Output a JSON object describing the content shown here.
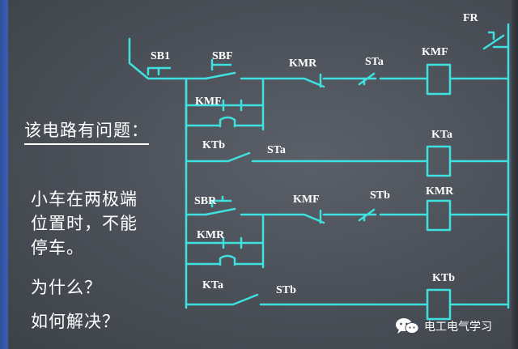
{
  "slide": {
    "title": "该电路有问题：",
    "question_lines": [
      "小车在两极端",
      "位置时，不能",
      "停车。"
    ],
    "why": "为什么？",
    "how": "如何解决？"
  },
  "circuit_labels": {
    "fr": "FR",
    "sb1": "SB1",
    "sbf": "SBF",
    "kmr_contact_top": "KMR",
    "sta_top": "STa",
    "kmf_coil": "KMF",
    "kmf_hold": "KMF",
    "kta_coil": "KTa",
    "ktb_contact": "KTb",
    "sta_row2": "STa",
    "sbr": "SBR",
    "kmf_contact_mid": "KMF",
    "stb_mid": "STb",
    "kmr_coil": "KMR",
    "kmr_hold": "KMR",
    "kta_contact": "KTa",
    "stb_row4": "STb",
    "ktb_coil": "KTb"
  },
  "watermark": {
    "text": "电工电气学习",
    "icon": "wechat-icon"
  },
  "colors": {
    "background": "#4a5058",
    "wire": "#3fe0e0",
    "label": "#ffffff",
    "accent_bar": "#3b5fb3"
  }
}
